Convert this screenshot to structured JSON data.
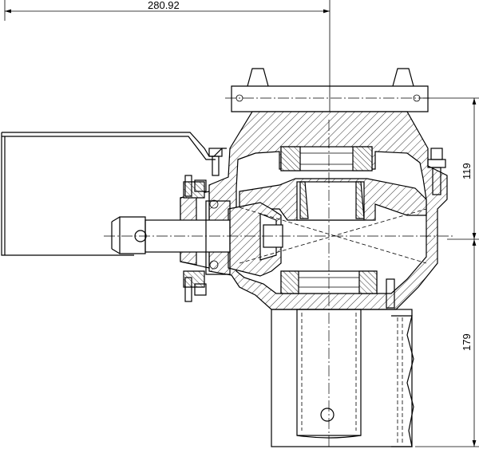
{
  "drawing": {
    "dimensions": {
      "overall_width": "280.92",
      "upper_height": "119",
      "lower_height": "179"
    },
    "colors": {
      "line": "#000000",
      "background": "#ffffff"
    }
  }
}
